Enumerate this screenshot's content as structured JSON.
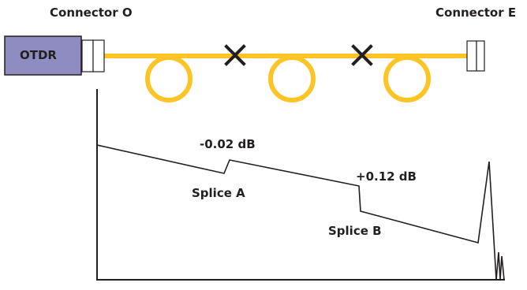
{
  "labels": {
    "connector_o": "Connector O",
    "connector_e": "Connector E",
    "otdr": "OTDR",
    "event_a_loss": "-0.02 dB",
    "event_a_name": "Splice A",
    "event_b_loss": "+0.12 dB",
    "event_b_name": "Splice B"
  },
  "colors": {
    "fiber": "#fcc424",
    "otdr_box": "#8e8cc0",
    "line": "#231f20",
    "background": "#ffffff"
  },
  "icons": [
    "splice-x-icon",
    "fiber-loop-icon",
    "connector-icon"
  ]
}
